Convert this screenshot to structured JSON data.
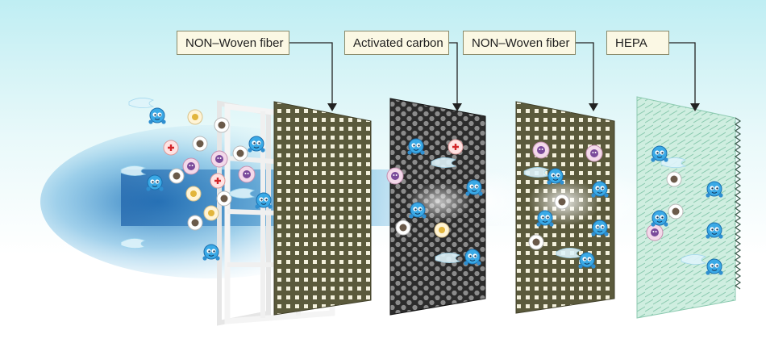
{
  "labels": {
    "layer1": "NON–Woven fiber",
    "layer2": "Activated carbon",
    "layer3": "NON–Woven fiber",
    "layer4": "HEPA"
  },
  "colors": {
    "nonwoven_panel": "#5a5a3a",
    "carbon_panel": "#2d2d2d",
    "hepa_panel": "#c8ecdc",
    "frame": "#f2f2f2",
    "airflow": "#2a7fc4",
    "droplet": "#35a8e8",
    "label_fill": "#fbf8e4"
  },
  "icons": [
    "air-droplet-character-icon",
    "pollen-particle-icon",
    "dust-mite-icon",
    "bacteria-icon",
    "virus-icon",
    "smoke-particle-icon"
  ]
}
